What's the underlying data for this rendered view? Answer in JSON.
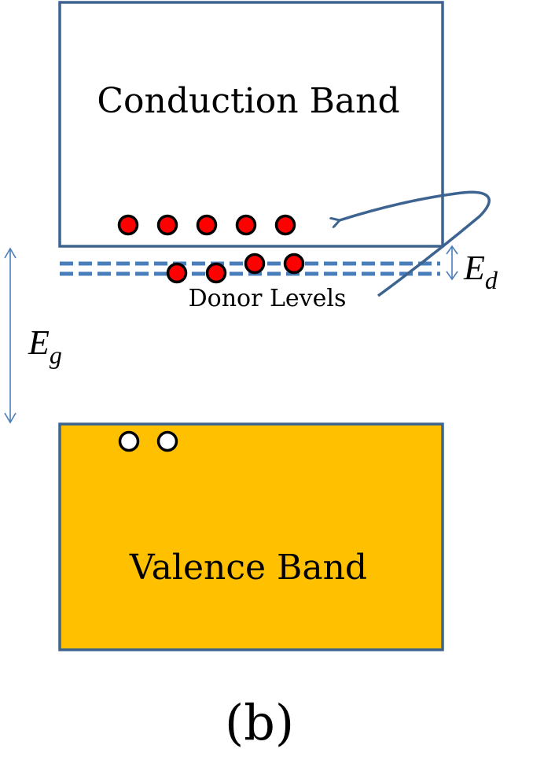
{
  "diagram": {
    "title": "n-type semiconductor band diagram",
    "caption": "(b)",
    "conduction_band": {
      "label": "Conduction Band",
      "fill": "#ffffff",
      "stroke": "#3d6491",
      "electron_count": 5
    },
    "valence_band": {
      "label": "Valence Band",
      "fill": "#ffc000",
      "stroke": "#3d6491",
      "hole_count": 2
    },
    "donor_levels": {
      "label": "Donor Levels",
      "line_color": "#4a7ebb",
      "electron_count": 4
    },
    "energy_gap": {
      "symbol": "E",
      "subscript": "g",
      "arrow_color": "#4a7ebb"
    },
    "donor_energy": {
      "symbol": "E",
      "subscript": "d",
      "arrow_color": "#4a7ebb"
    },
    "transition_arrow": {
      "meaning": "donor electron excited into conduction band",
      "color": "#3d6491"
    },
    "colors": {
      "electron_fill": "#ff0000",
      "electron_stroke": "#000000",
      "hole_fill": "#ffffff",
      "hole_stroke": "#000000"
    }
  }
}
